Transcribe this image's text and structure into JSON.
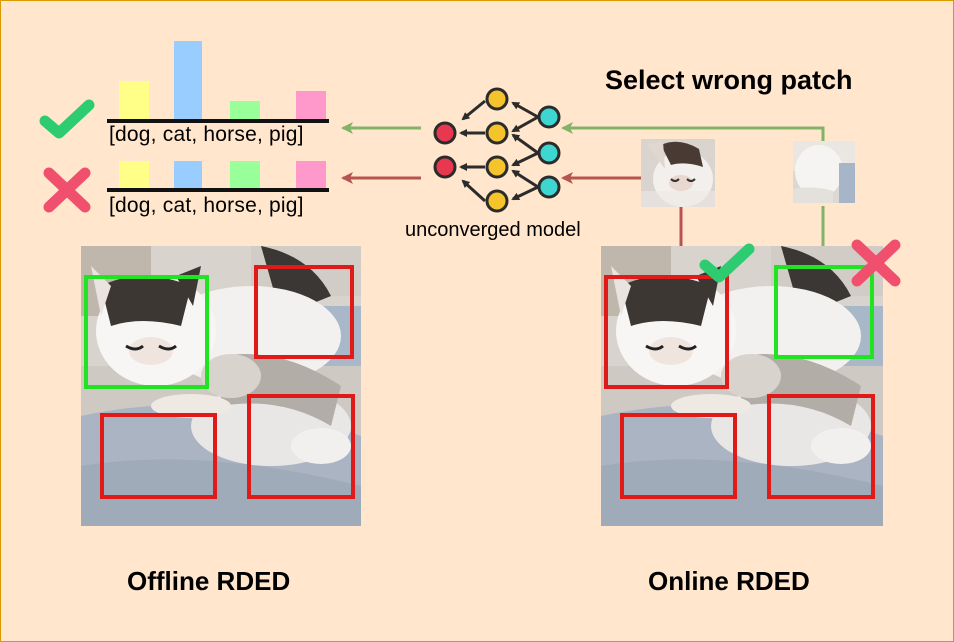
{
  "title": "Select wrong patch",
  "model_label": "unconverged model",
  "offline_label": "Offline RDED",
  "online_label": "Online RDED",
  "class_labels": {
    "correct": "[dog, cat, horse, pig]",
    "wrong": "[dog, cat, horse, pig]"
  },
  "class_bar_colors": [
    "#ffff88",
    "#99ccff",
    "#99ff99",
    "#ff99cc"
  ],
  "colors": {
    "correct_arrow": "#82b366",
    "wrong_arrow": "#b85450",
    "selected_box": "#22e322",
    "rejected_box": "#e01919",
    "check_mark": "#2ecc71",
    "cross_mark": "#f0506e",
    "background": "#ffe6cc",
    "border": "#d79b00"
  },
  "icons": {
    "correct": "check-mark-icon",
    "wrong": "cross-mark-icon",
    "model": "neural-network-icon"
  }
}
